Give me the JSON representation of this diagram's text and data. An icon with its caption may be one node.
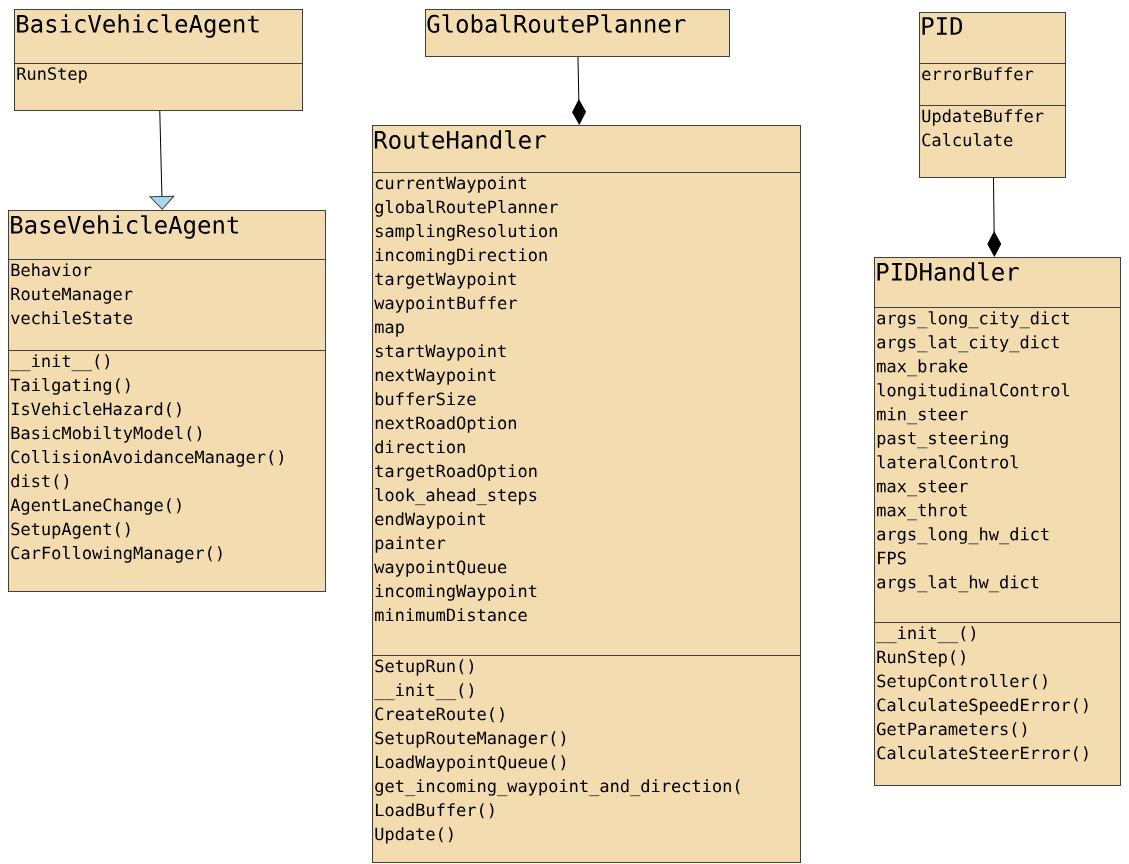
{
  "diagram": {
    "nodes": [
      {
        "text": [
          "BasicVehicleAgent"
        ]
      },
      {
        "text": [
          "RunStep"
        ],
        "in": 0
      },
      {
        "text": [
          "BaseVehicleAgent"
        ]
      },
      {
        "text": [
          "Behavior",
          "RouteManager",
          "vechileState"
        ],
        "in": 2
      },
      {
        "text": [
          "__init__()",
          "Tailgating()",
          "IsVehicleHazard()",
          "BasicMobiltyModel()",
          "CollisionAvoidanceManager()",
          "dist()",
          "AgentLaneChange()",
          "SetupAgent()",
          "CarFollowingManager()"
        ],
        "in": 2
      },
      {
        "text": [
          "GlobalRoutePlanner"
        ]
      },
      {
        "text": [
          "RouteHandler"
        ]
      },
      {
        "text": [
          "currentWaypoint",
          "globalRoutePlanner",
          "samplingResolution",
          "incomingDirection",
          "targetWaypoint",
          "waypointBuffer",
          "map",
          "startWaypoint",
          "nextWaypoint",
          "bufferSize",
          "nextRoadOption",
          "direction",
          "targetRoadOption",
          "look_ahead_steps",
          "endWaypoint",
          "painter",
          "waypointQueue",
          "incomingWaypoint",
          "minimumDistance"
        ],
        "in": 6
      },
      {
        "text": [
          "SetupRun()",
          "__init__()",
          "CreateRoute()",
          "SetupRouteManager()",
          "LoadWaypointQueue()",
          "get_incoming_waypoint_and_direction(",
          "LoadBuffer()",
          "Update()"
        ],
        "in": 6
      },
      {
        "text": [
          "PID"
        ]
      },
      {
        "text": [
          "errorBuffer"
        ],
        "in": 9
      },
      {
        "text": [
          "UpdateBuffer",
          "Calculate"
        ],
        "in": 9
      },
      {
        "text": [
          "PIDHandler"
        ]
      },
      {
        "text": [
          "args_long_city_dict",
          "args_lat_city_dict",
          "max_brake",
          "longitudinalControl",
          "min_steer",
          "past_steering",
          "lateralControl",
          "max_steer",
          "max_throt",
          "args_long_hw_dict",
          "FPS",
          "args_lat_hw_dict"
        ],
        "in": 12
      },
      {
        "text": [
          "__init__()",
          "RunStep()",
          "SetupController()",
          "CalculateSpeedError()",
          "GetParameters()",
          "CalculateSteerError()"
        ],
        "in": 12
      }
    ],
    "edges": [
      {
        "from": 0,
        "to": 2,
        "arrow": "to"
      },
      {
        "from": 5,
        "to": 6,
        "arrow": "other"
      },
      {
        "from": 9,
        "to": 12,
        "arrow": "other"
      }
    ]
  }
}
